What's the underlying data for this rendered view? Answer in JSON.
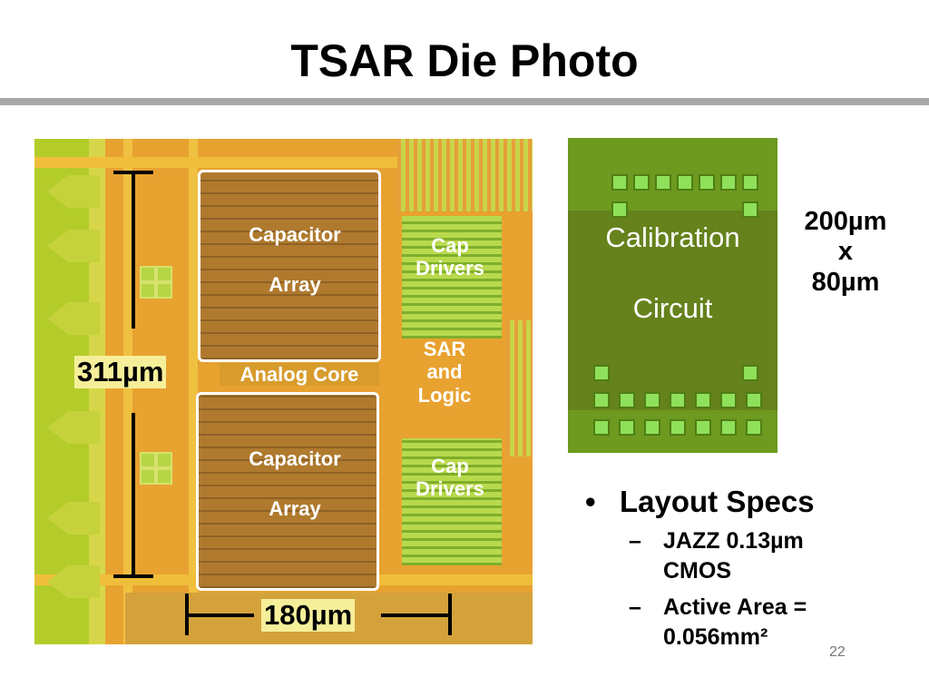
{
  "slide": {
    "title": "TSAR Die Photo",
    "page_number": "22"
  },
  "die_photo": {
    "cap_array_top_line1": "Capacitor",
    "cap_array_top_line2": "Array",
    "cap_array_bottom_line1": "Capacitor",
    "cap_array_bottom_line2": "Array",
    "analog_core": "Analog Core",
    "cap_drivers_top_line1": "Cap",
    "cap_drivers_top_line2": "Drivers",
    "sar_logic_line1": "SAR",
    "sar_logic_line2": "and",
    "sar_logic_line3": "Logic",
    "cap_drivers_bottom_line1": "Cap",
    "cap_drivers_bottom_line2": "Drivers",
    "height_dim": "311µm",
    "width_dim": "180µm"
  },
  "calibration_photo": {
    "label_line1": "Calibration",
    "label_line2": "Circuit"
  },
  "calibration_dims": {
    "line1": "200µm",
    "line2": "x",
    "line3": "80µm"
  },
  "bullets": {
    "main": "Layout Specs",
    "sub1_line1": "JAZZ 0.13µm",
    "sub1_line2": "CMOS",
    "sub2_line1": "Active Area =",
    "sub2_line2": "0.056mm²"
  },
  "colors": {
    "die_orange": "#e8a230",
    "die_green": "#b3cc2a",
    "cal_green": "#6d9a1f",
    "rule_gray": "#a8a8a8"
  }
}
